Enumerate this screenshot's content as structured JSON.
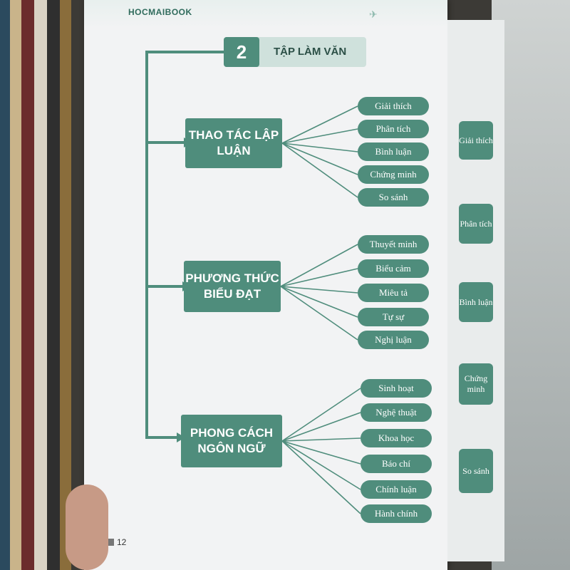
{
  "brand": "HOCMAIBOOK",
  "section": {
    "number": "2",
    "title": "TẬP LÀM VĂN"
  },
  "nodes": [
    {
      "label": "THAO TÁC LẬP LUẬN",
      "leaves": [
        "Giải thích",
        "Phân tích",
        "Bình luận",
        "Chứng minh",
        "So sánh"
      ]
    },
    {
      "label": "PHƯƠNG THỨC BIỂU ĐẠT",
      "leaves": [
        "Thuyết minh",
        "Biểu cảm",
        "Miêu tả",
        "Tự sự",
        "Nghị luận"
      ]
    },
    {
      "label": "PHONG CÁCH NGÔN NGỮ",
      "leaves": [
        "Sinh hoạt",
        "Nghệ thuật",
        "Khoa học",
        "Báo chí",
        "Chính luận",
        "Hành chính"
      ]
    }
  ],
  "side_items": [
    "Giải thích",
    "Phân tích",
    "Bình luận",
    "Chứng minh",
    "So sánh"
  ],
  "page_number": "12",
  "colors": {
    "node": "#4f8d7c",
    "title_bg": "#cfe1dc",
    "paper": "#f2f3f4"
  }
}
